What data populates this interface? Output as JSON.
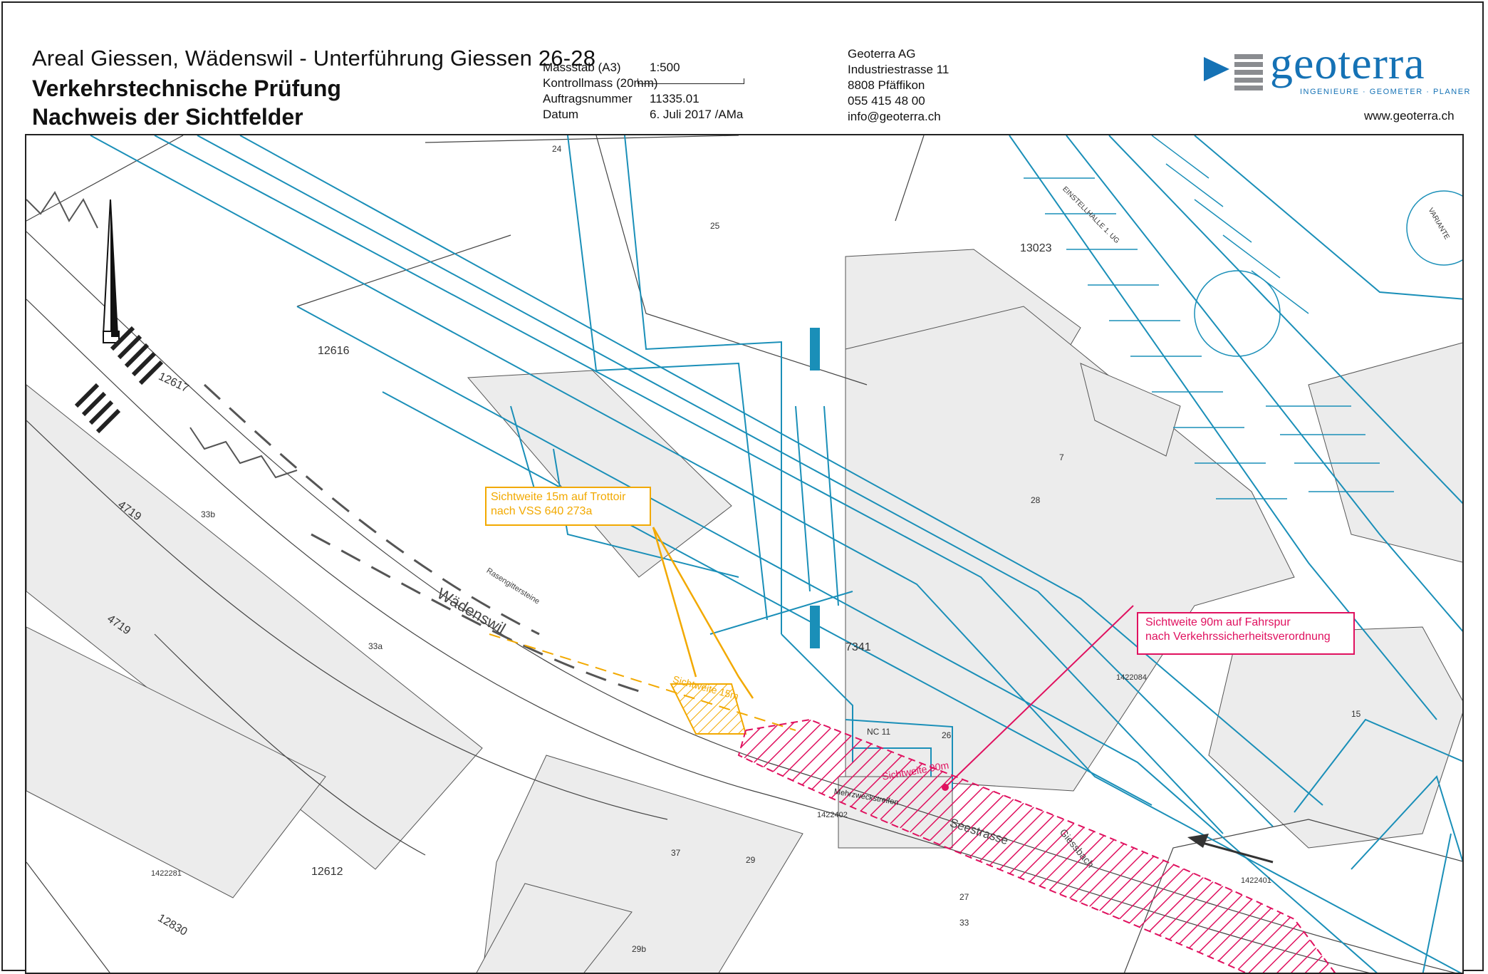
{
  "header": {
    "title": "Areal Giessen, Wädenswil - Unterführung Giessen 26-28",
    "subtitle_1": "Verkehrstechnische Prüfung",
    "subtitle_2": "Nachweis der Sichtfelder"
  },
  "meta": {
    "scale_label": "Massstab (A3)",
    "scale_value": "1:500",
    "control_label": "Kontrollmass (20mm)",
    "order_label": "Auftragsnummer",
    "order_value": "11335.01",
    "date_label": "Datum",
    "date_value": "6. Juli 2017 /AMa"
  },
  "company": {
    "name": "Geoterra AG",
    "street": "Industriestrasse 11",
    "city": "8808 Pfäffikon",
    "phone": "055 415 48 00",
    "email": "info@geoterra.ch",
    "website": "www.geoterra.ch",
    "logo_word": "geoterra",
    "logo_tagline": "INGENIEURE · GEOMETER · PLANER"
  },
  "callouts": {
    "sidewalk_line1": "Sichtweite 15m auf Trottoir",
    "sidewalk_line2": "nach VSS 640 273a",
    "road_line1": "Sichtweite 90m auf Fahrspur",
    "road_line2": "nach Verkehrssicherheitsverordnung"
  },
  "map_labels": {
    "parcel_12616": "12616",
    "parcel_12617": "12617",
    "parcel_12612": "12612",
    "parcel_12830": "12830",
    "parcel_13023": "13023",
    "parcel_7341": "7341",
    "parcel_4719a": "4719",
    "parcel_4719b": "4719",
    "point_1422281": "1422281",
    "point_1422402": "1422402",
    "point_1422084": "1422084",
    "point_1422401": "1422401",
    "building_25": "25",
    "building_28": "28",
    "building_7": "7",
    "building_26": "26",
    "building_15": "15",
    "building_37": "37",
    "building_29": "29",
    "building_27": "27",
    "building_33": "33",
    "building_29b": "29b",
    "building_33a": "33a",
    "building_33b": "33b",
    "building_24": "24",
    "nc11": "NC 11",
    "place_waedenswil": "Wädenswil",
    "street_seestrasse": "Seestrasse",
    "street_lane": "Mehrzweckstreifen",
    "rasen": "Rasengittersteine",
    "sight15": "Sichtweite 15m",
    "sight90": "Sichtweite 90m",
    "bach": "Giessbach",
    "einstellhalle": "EINSTELLHALLE 1. UG",
    "variante": "VARIANTE"
  },
  "colors": {
    "plan_blue": "#1a8fb8",
    "sight_orange": "#f2a900",
    "sight_red": "#e0115f",
    "logo_blue": "#1572b5",
    "logo_grey": "#8a8c90",
    "building_fill": "#ececec"
  }
}
